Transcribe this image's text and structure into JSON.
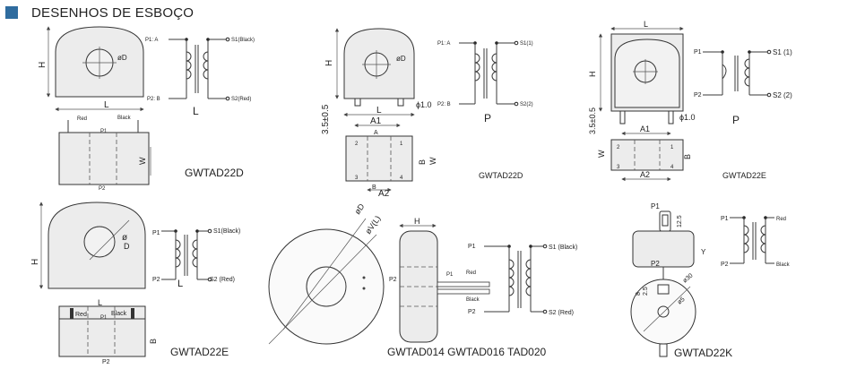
{
  "header": {
    "title": "DESENHOS DE ESBOÇO"
  },
  "models": {
    "gwtad22d_a": "GWTAD22D",
    "gwtad22d_b": "GWTAD22D",
    "gwtad22e_a": "GWTAD22E",
    "gwtad22e_b": "GWTAD22E",
    "gwtad014": "GWTAD014 GWTAD016 TAD020",
    "gwtad22k": "GWTAD22K"
  },
  "dims": {
    "H": "H",
    "L": "L",
    "W": "W",
    "D": "øD",
    "D2": "D",
    "phiD": "ø",
    "A1": "A1",
    "A2": "A2",
    "B": "B",
    "V": "V",
    "Y": "Y",
    "Vd": "øV(L)",
    "pin_h": "3.5±0.5",
    "pin_d": "ϕ1.0",
    "t12_5": "12.5",
    "t8": "8",
    "t2_5": "2.5",
    "r5": "ø5",
    "r30": "ø30"
  },
  "terms": {
    "p1a": "P1: A",
    "p2b": "P2: B",
    "s1black": "S1(Black)",
    "s2red": "S2(Red)",
    "s1_1": "S1(1)",
    "s2_2": "S2(2)",
    "p1": "P1",
    "p2": "P2",
    "s1": "S1",
    "s2": "S2",
    "s1_1b": "S1 (1)",
    "s2_2b": "S2 (2)",
    "s1black_b": "S1(Black)",
    "s2red_b": "S2 (Red)",
    "s1black_c": "S1 (Black)",
    "s2red_c": "S2 (Red)",
    "red": "Red",
    "black": "Black",
    "L": "L",
    "P": "P"
  },
  "pins": {
    "n1": "1",
    "n2": "2",
    "n3": "3",
    "n4": "4",
    "A": "A",
    "B": "B",
    "P1": "P1",
    "P2": "P2"
  }
}
